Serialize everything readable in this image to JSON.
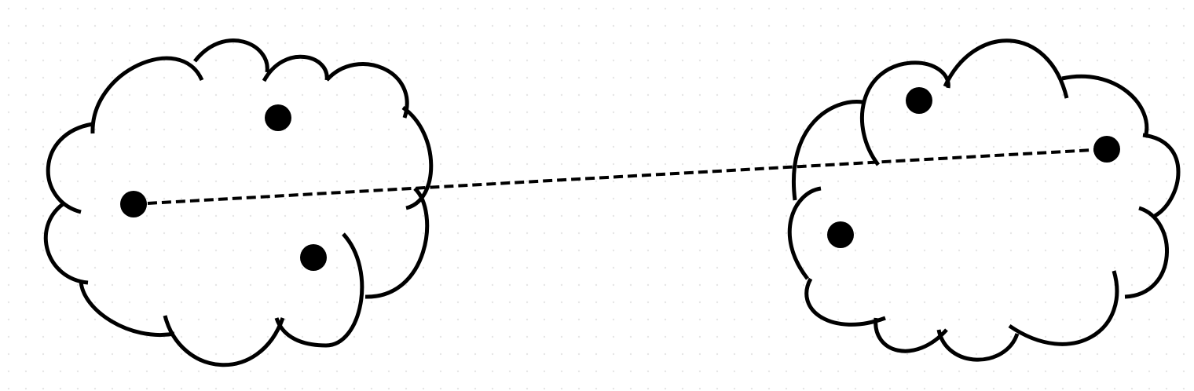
{
  "diagram": {
    "style": {
      "stroke_color": "#000000",
      "point_color": "#000000",
      "background": "#ffffff",
      "grid_dot_color": "#e6e6e6",
      "grid": true
    },
    "clusters": [
      {
        "id": "left-cluster",
        "shape": "cloud",
        "point_count": 3
      },
      {
        "id": "right-cluster",
        "shape": "cloud",
        "point_count": 3
      }
    ],
    "connector": {
      "style": "dashed",
      "from": "left-cluster",
      "to": "right-cluster"
    }
  }
}
